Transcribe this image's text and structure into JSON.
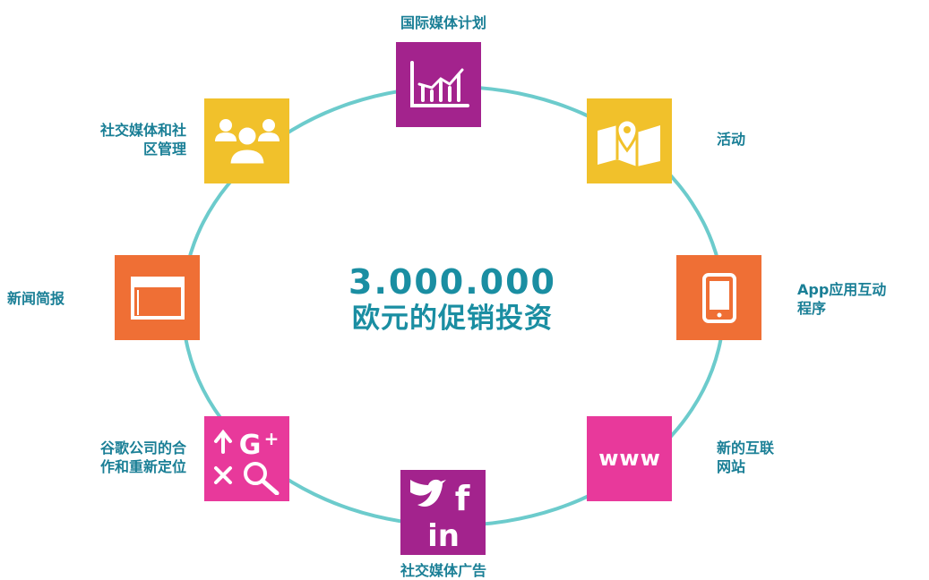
{
  "center": {
    "amount": "3.000.000",
    "subtitle": "欧元的促销投资"
  },
  "colors": {
    "ring": "#6ccbcc",
    "purple": "#a3238d",
    "yellow": "#f1c12b",
    "orange": "#ef6f35",
    "pink": "#e8399b",
    "text": "#1a7f96"
  },
  "items": [
    {
      "label": "国际媒体计划",
      "icon": "bar-chart-icon",
      "color": "#a3238d"
    },
    {
      "label": "活动",
      "icon": "map-pin-icon",
      "color": "#f1c12b"
    },
    {
      "label": "App应用互动\n程序",
      "icon": "mobile-phone-icon",
      "color": "#ef6f35"
    },
    {
      "label": "新的互联\n网站",
      "icon": "www-icon",
      "color": "#e8399b"
    },
    {
      "label": "社交媒体广告",
      "icon": "social-media-icon",
      "color": "#a3238d"
    },
    {
      "label": "谷歌公司的合\n作和重新定位",
      "icon": "google-search-icon",
      "color": "#e8399b"
    },
    {
      "label": "新闻简报",
      "icon": "newsletter-window-icon",
      "color": "#ef6f35"
    },
    {
      "label": "社交媒体和社\n区管理",
      "icon": "community-people-icon",
      "color": "#f1c12b"
    }
  ]
}
